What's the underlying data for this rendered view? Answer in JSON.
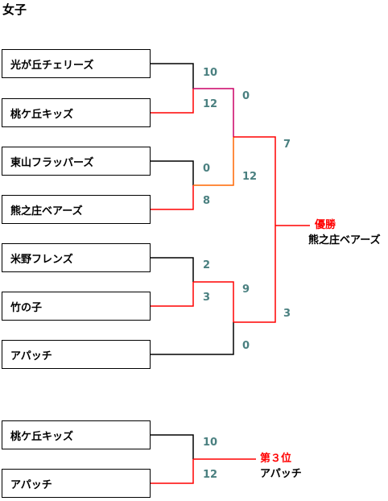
{
  "title": "女子",
  "teams": {
    "t1": "光が丘チェリーズ",
    "t2": "桃ケ丘キッズ",
    "t3": "東山フラッパーズ",
    "t4": "熊之庄ベアーズ",
    "t5": "米野フレンズ",
    "t6": "竹の子",
    "t7": "アパッチ",
    "t8": "桃ケ丘キッズ",
    "t9": "アパッチ"
  },
  "scores": {
    "r1_t1": "10",
    "r1_t2": "12",
    "r1_t3": "0",
    "r1_t4": "8",
    "r1_t5": "2",
    "r1_t6": "3",
    "r2_top_a": "0",
    "r2_top_b": "12",
    "r2_bot_a": "9",
    "r2_bot_b": "0",
    "final_top": "7",
    "final_bot": "3",
    "third_a": "10",
    "third_b": "12"
  },
  "results": {
    "champion_label": "優勝",
    "champion_team": "熊之庄ベアーズ",
    "third_label": "第３位",
    "third_team": "アパッチ"
  },
  "colors": {
    "winner_line": "#ff0000",
    "normal_line": "#000000",
    "score_text": "#4a8080"
  }
}
